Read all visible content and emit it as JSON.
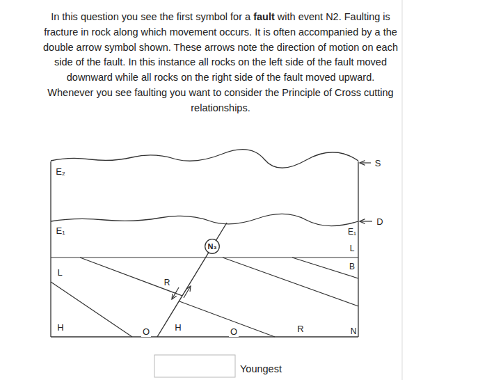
{
  "diagram": {
    "nodes": [
      {
        "text": [
          "N₃"
        ]
      }
    ],
    "labels": [
      "In this question you see the first symbol for a",
      "fault",
      "with event N2. Faulting is fracture in rock along which movement occurs. It is often accompanied by a the double arrow symbol shown. These arrows note the direction of motion on each side of the fault. In this instance all rocks on the left side of the fault moved downward while all rocks on the right side of the fault moved upward. Whenever you see faulting you want to consider the Principle of Cross cutting relationships.",
      "E₂",
      "E₁",
      "L",
      "H",
      "R",
      "O",
      "H",
      "O",
      "R",
      "N",
      "S",
      "D",
      "E₁",
      "L",
      "B",
      "Youngest"
    ]
  }
}
